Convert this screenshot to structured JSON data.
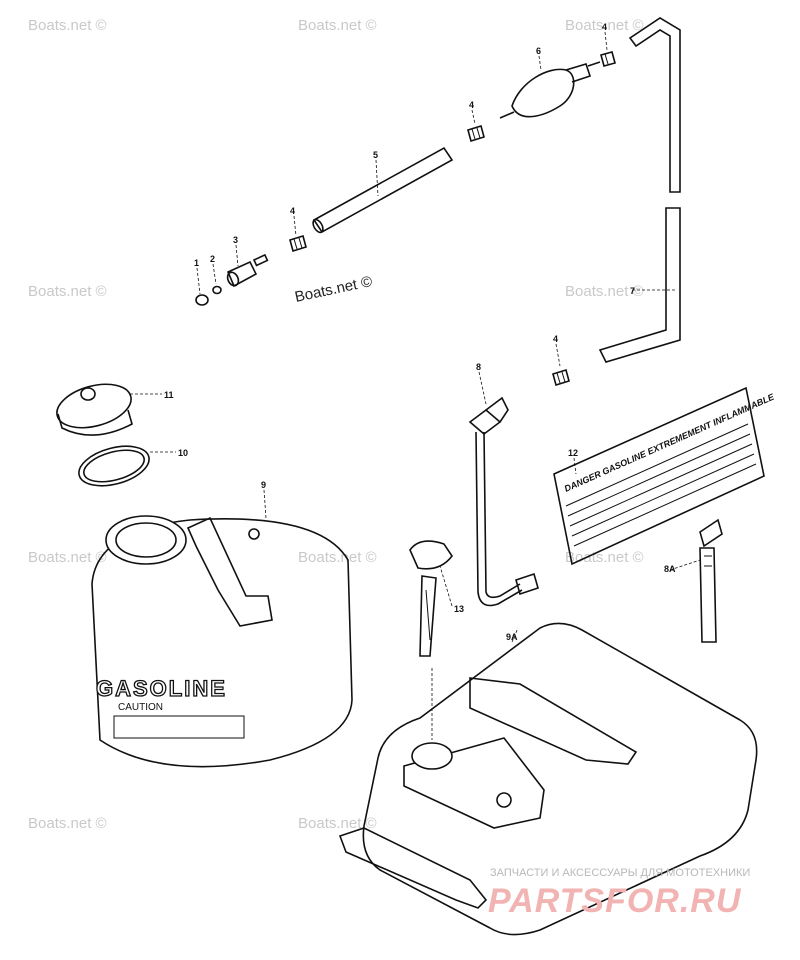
{
  "watermark": {
    "main": "Boats.net ©",
    "repeat": "Boats.net ©"
  },
  "callouts": [
    "1",
    "2",
    "3",
    "4",
    "4",
    "4",
    "4",
    "5",
    "6",
    "7",
    "8",
    "8A",
    "9",
    "9A",
    "10",
    "11",
    "12",
    "13"
  ],
  "tank_label": {
    "brand": "GASOLINE",
    "caution": "CAUTION"
  },
  "decal": {
    "headline": "DANGER GASOLINE EXTREMEMENT INFLAMMABLE"
  },
  "site_brand": {
    "tagline": "ЗАПЧАСТИ И АКСЕССУАРЫ ДЛЯ МОТОТЕХНИКИ",
    "name": "PARTSFOR.RU"
  },
  "colors": {
    "line": "#111111",
    "watermark": "#c9c9c9",
    "brand_red": "#f2b3b3"
  }
}
